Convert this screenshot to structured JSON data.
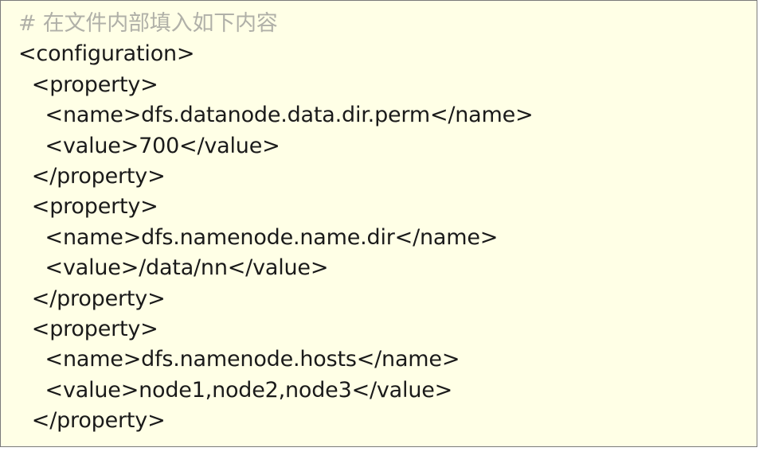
{
  "code": {
    "lines": [
      "# 在文件内部填入如下内容",
      "<configuration>",
      "  <property>",
      "    <name>dfs.datanode.data.dir.perm</name>",
      "    <value>700</value>",
      "  </property>",
      "  <property>",
      "    <name>dfs.namenode.name.dir</name>",
      "    <value>/data/nn</value>",
      "  </property>",
      "  <property>",
      "    <name>dfs.namenode.hosts</name>",
      "    <value>node1,node2,node3</value>",
      "  </property>"
    ]
  },
  "colors": {
    "panel_background": "#ffffe6",
    "panel_border": "#7a7a7a",
    "comment_text": "#b0b0a8",
    "code_text": "#1a1a1a"
  }
}
